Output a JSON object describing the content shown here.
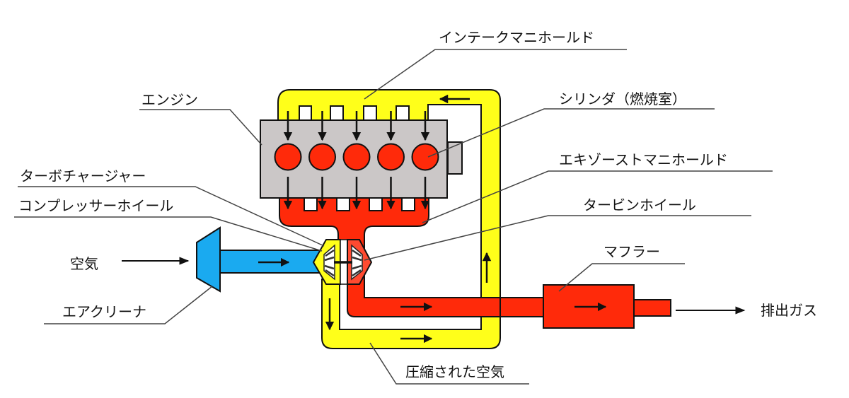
{
  "title": "ターボチャージャー構造図",
  "colors": {
    "intake_yellow": "#ffff1a",
    "exhaust_red": "#ff2a0a",
    "air_blue": "#1aaaf0",
    "engine_gray": "#cbc7c7",
    "outline": "#111111"
  },
  "labels": {
    "intake_manifold": "インテークマニホールド",
    "engine": "エンジン",
    "cylinder": "シリンダ（燃焼室）",
    "exhaust_manifold": "エキゾーストマニホールド",
    "turbocharger": "ターボチャージャー",
    "compressor_wheel": "コンプレッサーホイール",
    "turbine_wheel": "タービンホイール",
    "air": "空気",
    "air_cleaner": "エアクリーナ",
    "muffler": "マフラー",
    "exhaust_gas": "排出ガス",
    "compressed_air": "圧縮された空気"
  },
  "engine": {
    "cylinder_count": 5
  }
}
